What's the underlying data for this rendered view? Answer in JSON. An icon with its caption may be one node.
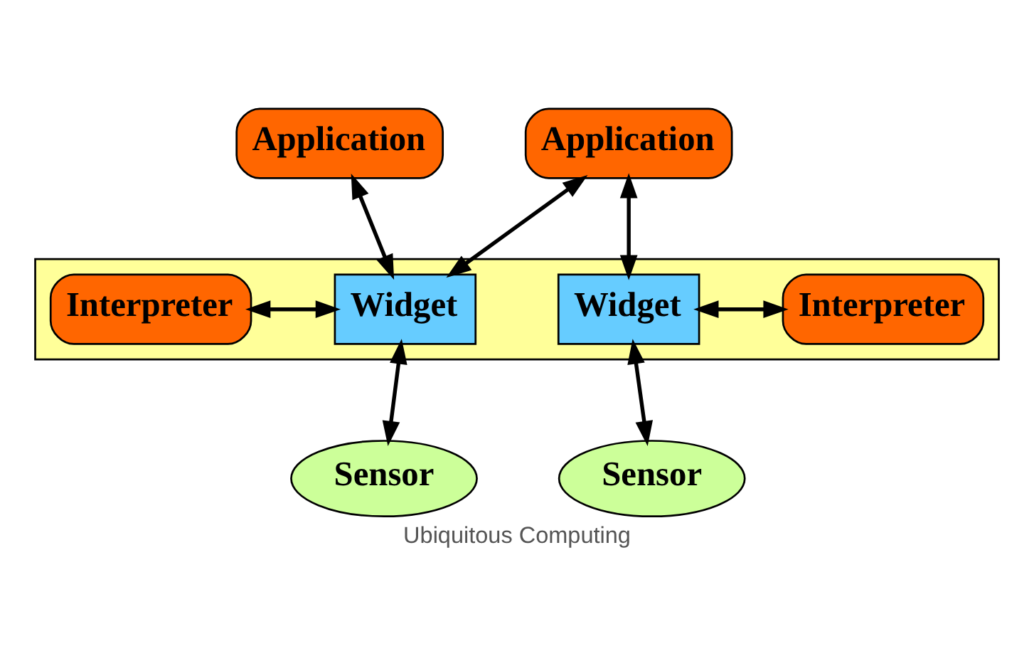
{
  "diagram": {
    "caption": "Ubiquitous Computing",
    "nodes": [
      {
        "text": [
          "Application"
        ]
      },
      {
        "text": [
          "Application"
        ]
      },
      {
        "text": [],
        "shape": "box"
      },
      {
        "text": [
          "Interpreter"
        ],
        "in": 2
      },
      {
        "text": [
          "Widget"
        ],
        "in": 2
      },
      {
        "text": [
          "Widget"
        ],
        "in": 2
      },
      {
        "text": [
          "Interpreter"
        ],
        "in": 2
      },
      {
        "text": [
          "Sensor"
        ]
      },
      {
        "text": [
          "Sensor"
        ]
      }
    ],
    "edges": [
      {
        "from": 0,
        "to": 4,
        "arrow": "both"
      },
      {
        "from": 1,
        "to": 4,
        "arrow": "both"
      },
      {
        "from": 1,
        "to": 5,
        "arrow": "both"
      },
      {
        "from": 3,
        "to": 4,
        "arrow": "both"
      },
      {
        "from": 5,
        "to": 6,
        "arrow": "both"
      },
      {
        "from": 4,
        "to": 7,
        "arrow": "both"
      },
      {
        "from": 5,
        "to": 8,
        "arrow": "both"
      }
    ]
  }
}
